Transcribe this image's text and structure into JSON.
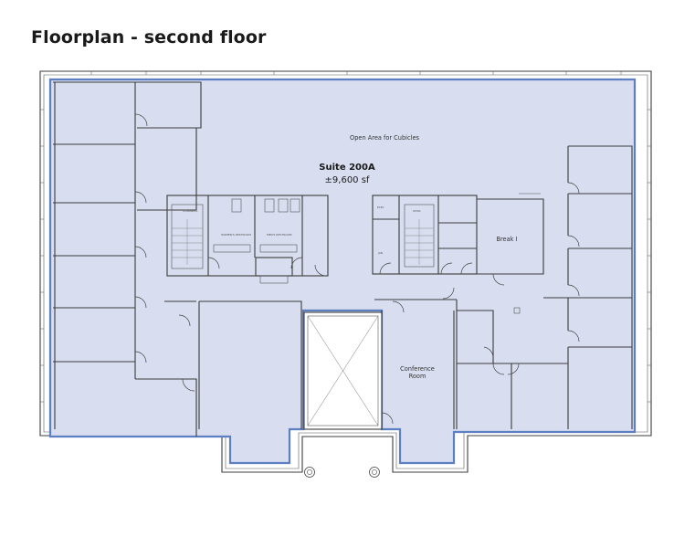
{
  "title": "Floorplan - second floor",
  "suite": {
    "name": "Suite 200A",
    "area": "±9,600 sf"
  },
  "rooms": {
    "open_area": "Open Area for Cubicles",
    "break_room": "Break I",
    "conference_line1": "Conference",
    "conference_line2": "Room"
  },
  "colors": {
    "suite_fill": "#d8ddef",
    "suite_outline": "#5b7fc0",
    "walls": "#3c3c3c"
  }
}
